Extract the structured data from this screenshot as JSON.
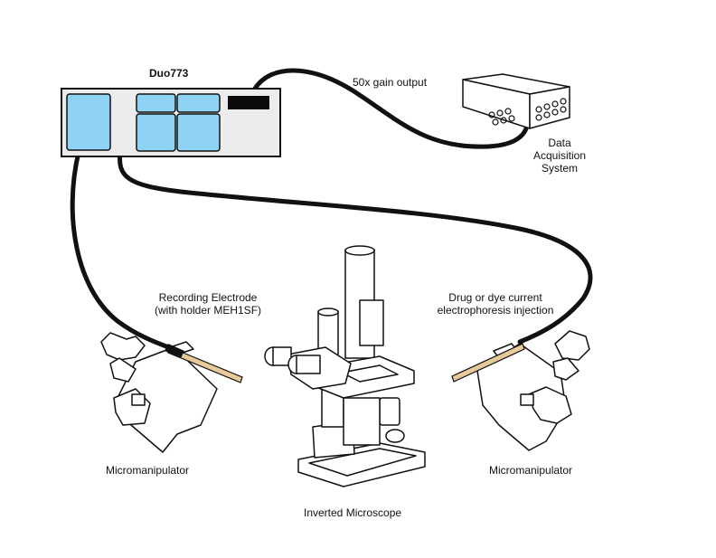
{
  "amplifier": {
    "label": "Duo773"
  },
  "gain_output": {
    "label": "50x gain output"
  },
  "daq": {
    "line1": "Data",
    "line2": "Acquisition",
    "line3": "System"
  },
  "recording": {
    "line1": "Recording Electrode",
    "line2": "(with holder MEH1SF)"
  },
  "drug": {
    "line1": "Drug or dye current",
    "line2": "electrophoresis injection"
  },
  "left_manip": {
    "label": "Micromanipulator"
  },
  "right_manip": {
    "label": "Micromanipulator"
  },
  "microscope": {
    "label": "Inverted Microscope"
  },
  "colors": {
    "screen": "#8fd3f4",
    "panel": "#ececec",
    "cable": "#111111",
    "electrode": "#e8c99b"
  }
}
